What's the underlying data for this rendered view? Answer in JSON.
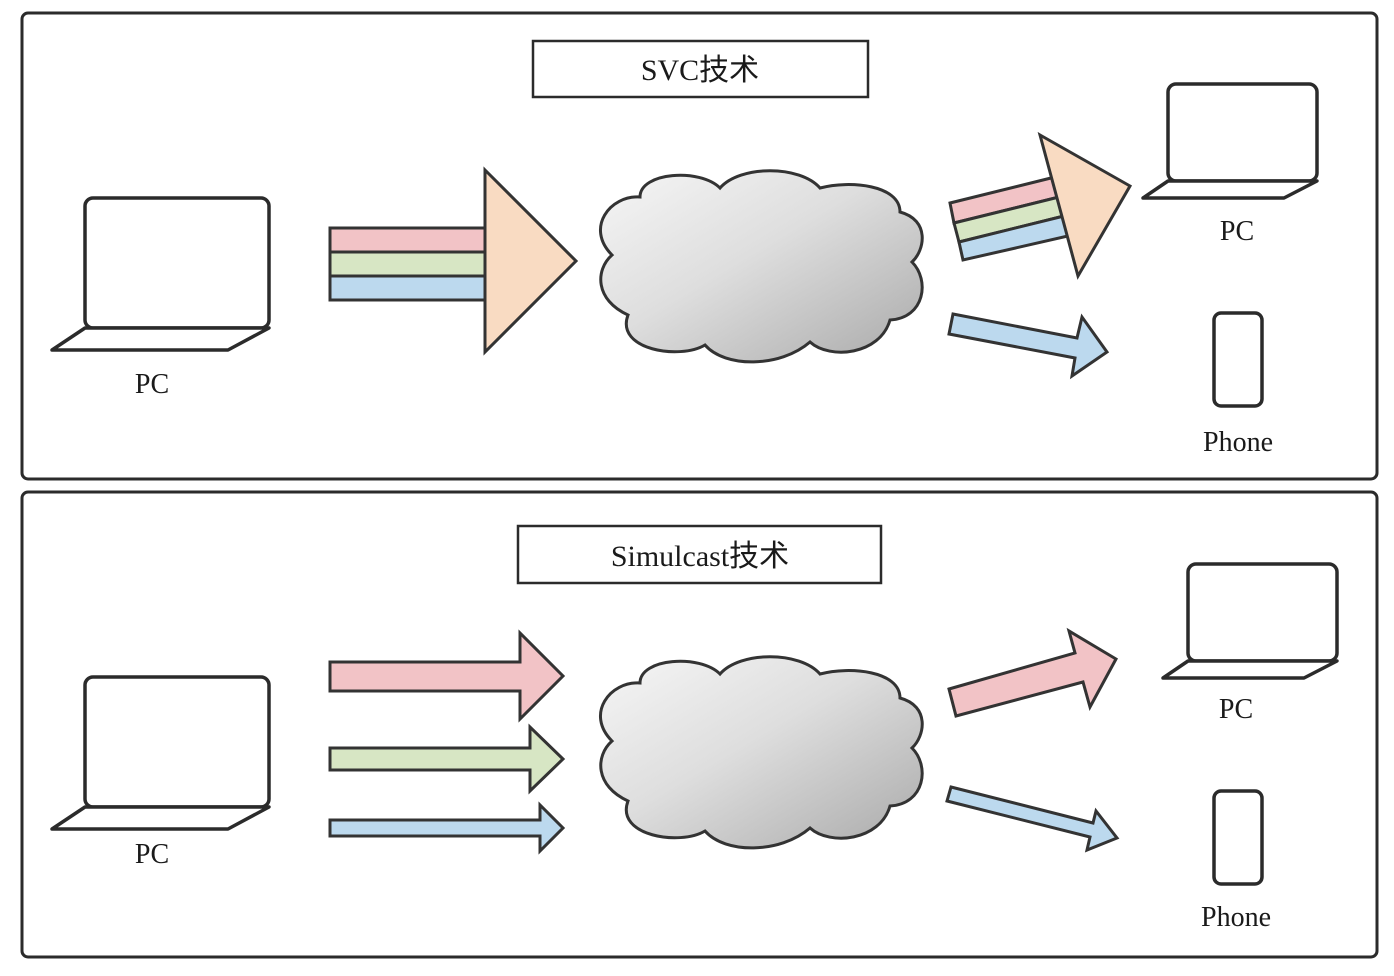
{
  "panels": {
    "svc": {
      "title": "SVC技术",
      "sender_label": "PC",
      "receiver_pc_label": "PC",
      "receiver_phone_label": "Phone"
    },
    "simulcast": {
      "title": "Simulcast技术",
      "sender_label": "PC",
      "receiver_pc_label": "PC",
      "receiver_phone_label": "Phone"
    }
  },
  "colors": {
    "high_quality_layer": "#f2c3c6",
    "medium_quality_layer": "#d7e6c4",
    "low_quality_layer": "#bcd9ee",
    "svc_encoder_triangle": "#f9dbc2",
    "cloud_light": "#f4f4f4",
    "cloud_dark": "#b9b9b9",
    "stroke": "#2b2b2b"
  }
}
